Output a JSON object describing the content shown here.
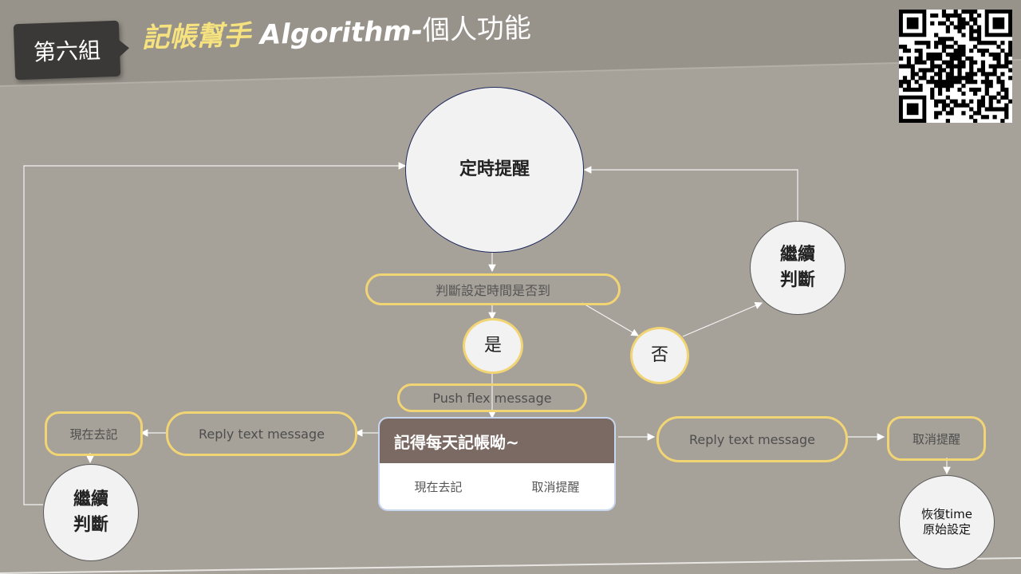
{
  "header": {
    "group_tag": "第六組",
    "title_part_a": "記帳幫手",
    "title_part_b": " Algorithm-",
    "title_part_c": "個人功能"
  },
  "nodes": {
    "reminder": "定時提醒",
    "check_time": "判斷設定時間是否到",
    "yes": "是",
    "no": "否",
    "continue_right": "繼續\n判斷",
    "push_flex": "Push flex message",
    "reply_left": "Reply text message",
    "record_now": "現在去記",
    "continue_left": "繼續\n判斷",
    "reply_right": "Reply text message",
    "cancel": "取消提醒",
    "restore": "恢復time\n原始設定"
  },
  "flex_card": {
    "title": "記得每天記帳呦~",
    "button_left": "現在去記",
    "button_right": "取消提醒"
  },
  "colors": {
    "background": "#a6a199",
    "top_band": "#97928a",
    "accent_yellow": "#f1d474",
    "title_yellow": "#f6e27f",
    "tag_dark": "#3a3937",
    "card_header": "#7b6a63",
    "node_fill": "#f2f2f2"
  }
}
